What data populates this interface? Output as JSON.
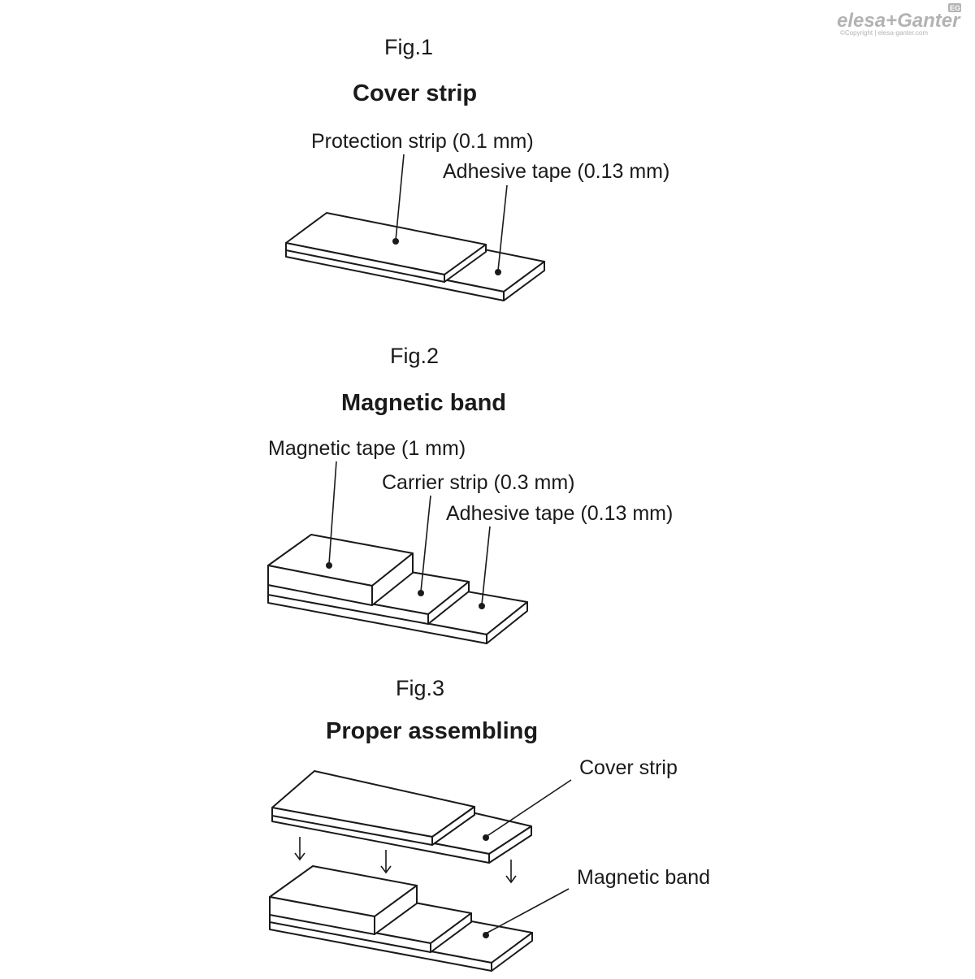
{
  "logo": {
    "brand": "elesa+Ganter",
    "copyright": "©Copyright | elesa-ganter.com",
    "badge": "EG"
  },
  "fig1": {
    "label": "Fig.1",
    "title": "Cover strip",
    "protection_strip": "Protection strip (0.1 mm)",
    "adhesive_tape": "Adhesive tape (0.13 mm)"
  },
  "fig2": {
    "label": "Fig.2",
    "title": "Magnetic band",
    "magnetic_tape": "Magnetic tape (1 mm)",
    "carrier_strip": "Carrier strip (0.3 mm)",
    "adhesive_tape": "Adhesive tape (0.13 mm)"
  },
  "fig3": {
    "label": "Fig.3",
    "title": "Proper assembling",
    "cover_strip": "Cover strip",
    "magnetic_band": "Magnetic band"
  },
  "colors": {
    "ink": "#1a1a1a",
    "logo_grey": "#b3b3b3"
  }
}
